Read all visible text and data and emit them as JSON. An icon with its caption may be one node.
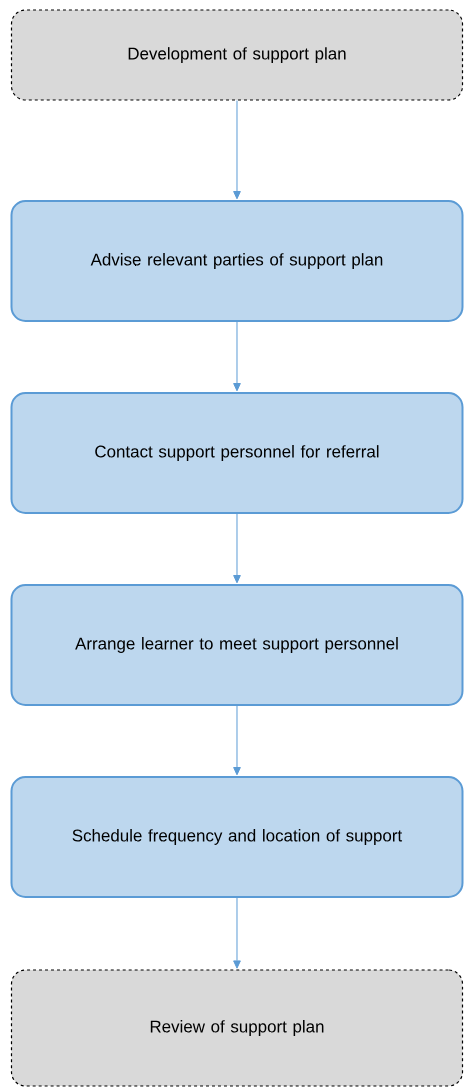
{
  "diagram": {
    "nodes": [
      {
        "text": [
          "Development of support plan"
        ]
      },
      {
        "text": [
          "Advise relevant parties of support plan"
        ]
      },
      {
        "text": [
          "Contact support personnel for referral"
        ]
      },
      {
        "text": [
          "Arrange learner to meet support personnel"
        ]
      },
      {
        "text": [
          "Schedule frequency and location of support"
        ]
      },
      {
        "text": [
          "Review of support plan"
        ]
      }
    ],
    "edges": [
      {
        "from": 0,
        "to": 1,
        "arrow": "to"
      },
      {
        "from": 1,
        "to": 2,
        "arrow": "to"
      },
      {
        "from": 2,
        "to": 3,
        "arrow": "to"
      },
      {
        "from": 3,
        "to": 4,
        "arrow": "to"
      },
      {
        "from": 4,
        "to": 5,
        "arrow": "to"
      }
    ]
  }
}
